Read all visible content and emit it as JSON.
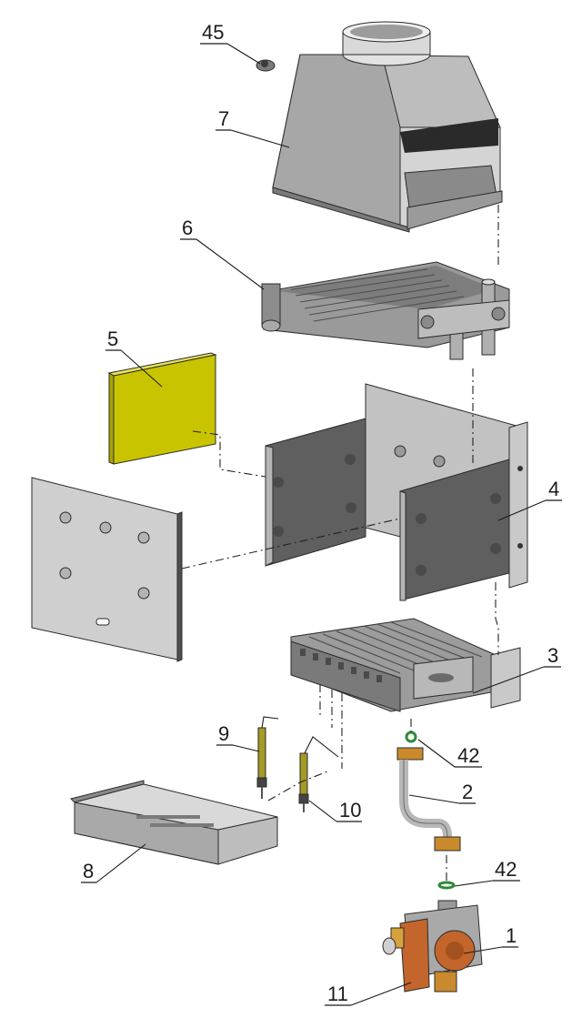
{
  "callouts": [
    {
      "id": "label-45",
      "text": "45"
    },
    {
      "id": "label-7",
      "text": "7"
    },
    {
      "id": "label-6",
      "text": "6"
    },
    {
      "id": "label-5",
      "text": "5"
    },
    {
      "id": "label-4",
      "text": "4"
    },
    {
      "id": "label-3",
      "text": "3"
    },
    {
      "id": "label-9",
      "text": "9"
    },
    {
      "id": "label-42a",
      "text": "42"
    },
    {
      "id": "label-2",
      "text": "2"
    },
    {
      "id": "label-10",
      "text": "10"
    },
    {
      "id": "label-8",
      "text": "8"
    },
    {
      "id": "label-42b",
      "text": "42"
    },
    {
      "id": "label-1",
      "text": "1"
    },
    {
      "id": "label-11",
      "text": "11"
    }
  ],
  "colors": {
    "metal_light": "#c8c8c8",
    "metal_mid": "#a9a9a9",
    "metal_dark": "#6e6e6e",
    "panel_dark": "#5f5f5f",
    "insulation": "#c9c400",
    "valve_orange": "#c4662c",
    "brass": "#c88a2c",
    "seal_green": "#2f8a3a"
  }
}
